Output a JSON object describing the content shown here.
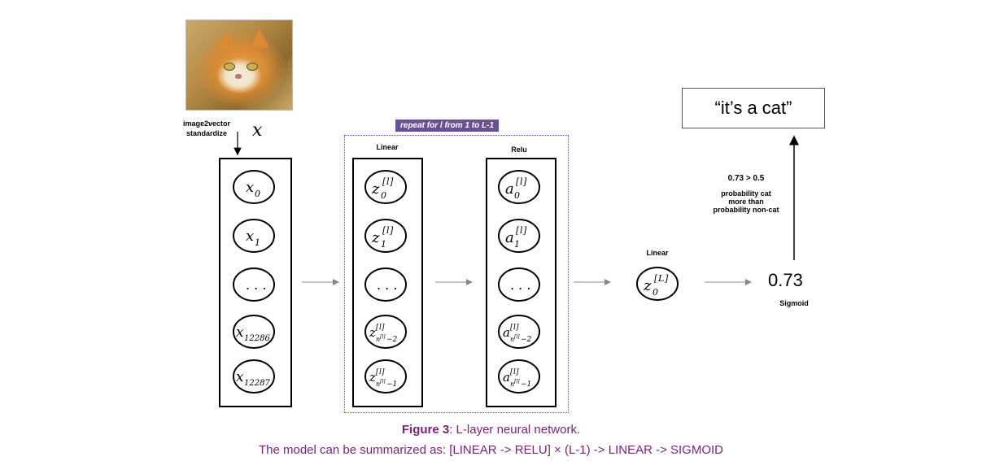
{
  "input": {
    "preprocess_line1": "image2vector",
    "preprocess_line2": "standardize",
    "symbol": "x"
  },
  "repeat_tag": "repeat for l from 1 to L-1",
  "layers": {
    "linear_label": "Linear",
    "relu_label": "Relu",
    "output_linear_label": "Linear",
    "sigmoid_label": "Sigmoid"
  },
  "output": {
    "value": "0.73",
    "decision_line1": "0.73 > 0.5",
    "decision_line2": "probability cat",
    "decision_line3": "more than",
    "decision_line4": "probability non-cat",
    "label": "“it’s a cat”"
  },
  "neurons": {
    "input": [
      "x0",
      "x1",
      "...",
      "x12286",
      "x12287"
    ],
    "linear": [
      "z0[l]",
      "z1[l]",
      "...",
      "z_{n[l]-2}[l]",
      "z_{n[l]-1}[l]"
    ],
    "relu": [
      "a0[l]",
      "a1[l]",
      "...",
      "a_{n[l]-2}[l]",
      "a_{n[l]-1}[l]"
    ],
    "output": "z0[L]"
  },
  "caption": {
    "figure_label": "Figure 3",
    "figure_text": ": L-layer neural network.",
    "summary": "The model can be summarized as: [LINEAR -> RELU] × (L-1) -> LINEAR -> SIGMOID"
  }
}
